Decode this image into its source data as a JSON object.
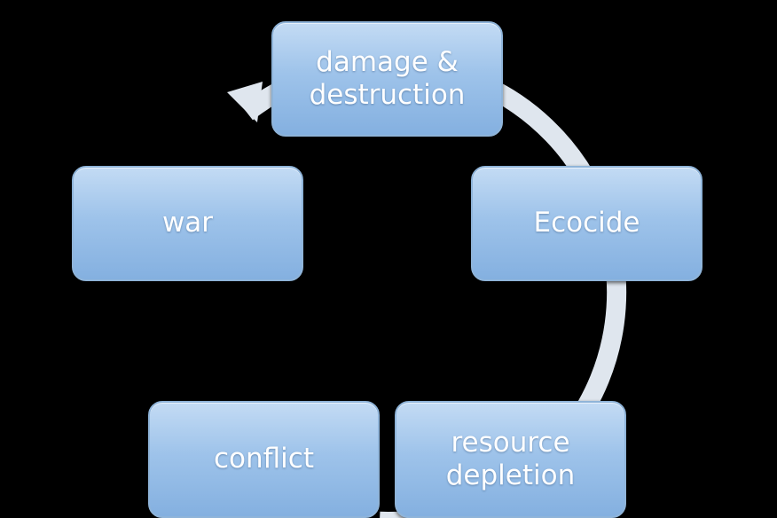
{
  "diagram": {
    "type": "cycle",
    "colors": {
      "background": "#000000",
      "ring": "#dfe6ee",
      "node_fill": "#9ec3ea",
      "node_border": "#8fb4d9",
      "node_text": "#ffffff"
    },
    "nodes": [
      {
        "id": "damage",
        "label": "damage &\ndestruction"
      },
      {
        "id": "ecocide",
        "label": "Ecocide"
      },
      {
        "id": "resource",
        "label": "resource\ndepletion"
      },
      {
        "id": "conflict",
        "label": "conflict"
      },
      {
        "id": "war",
        "label": "war"
      }
    ],
    "arrow_icon": "curved-arrow-head-icon"
  }
}
